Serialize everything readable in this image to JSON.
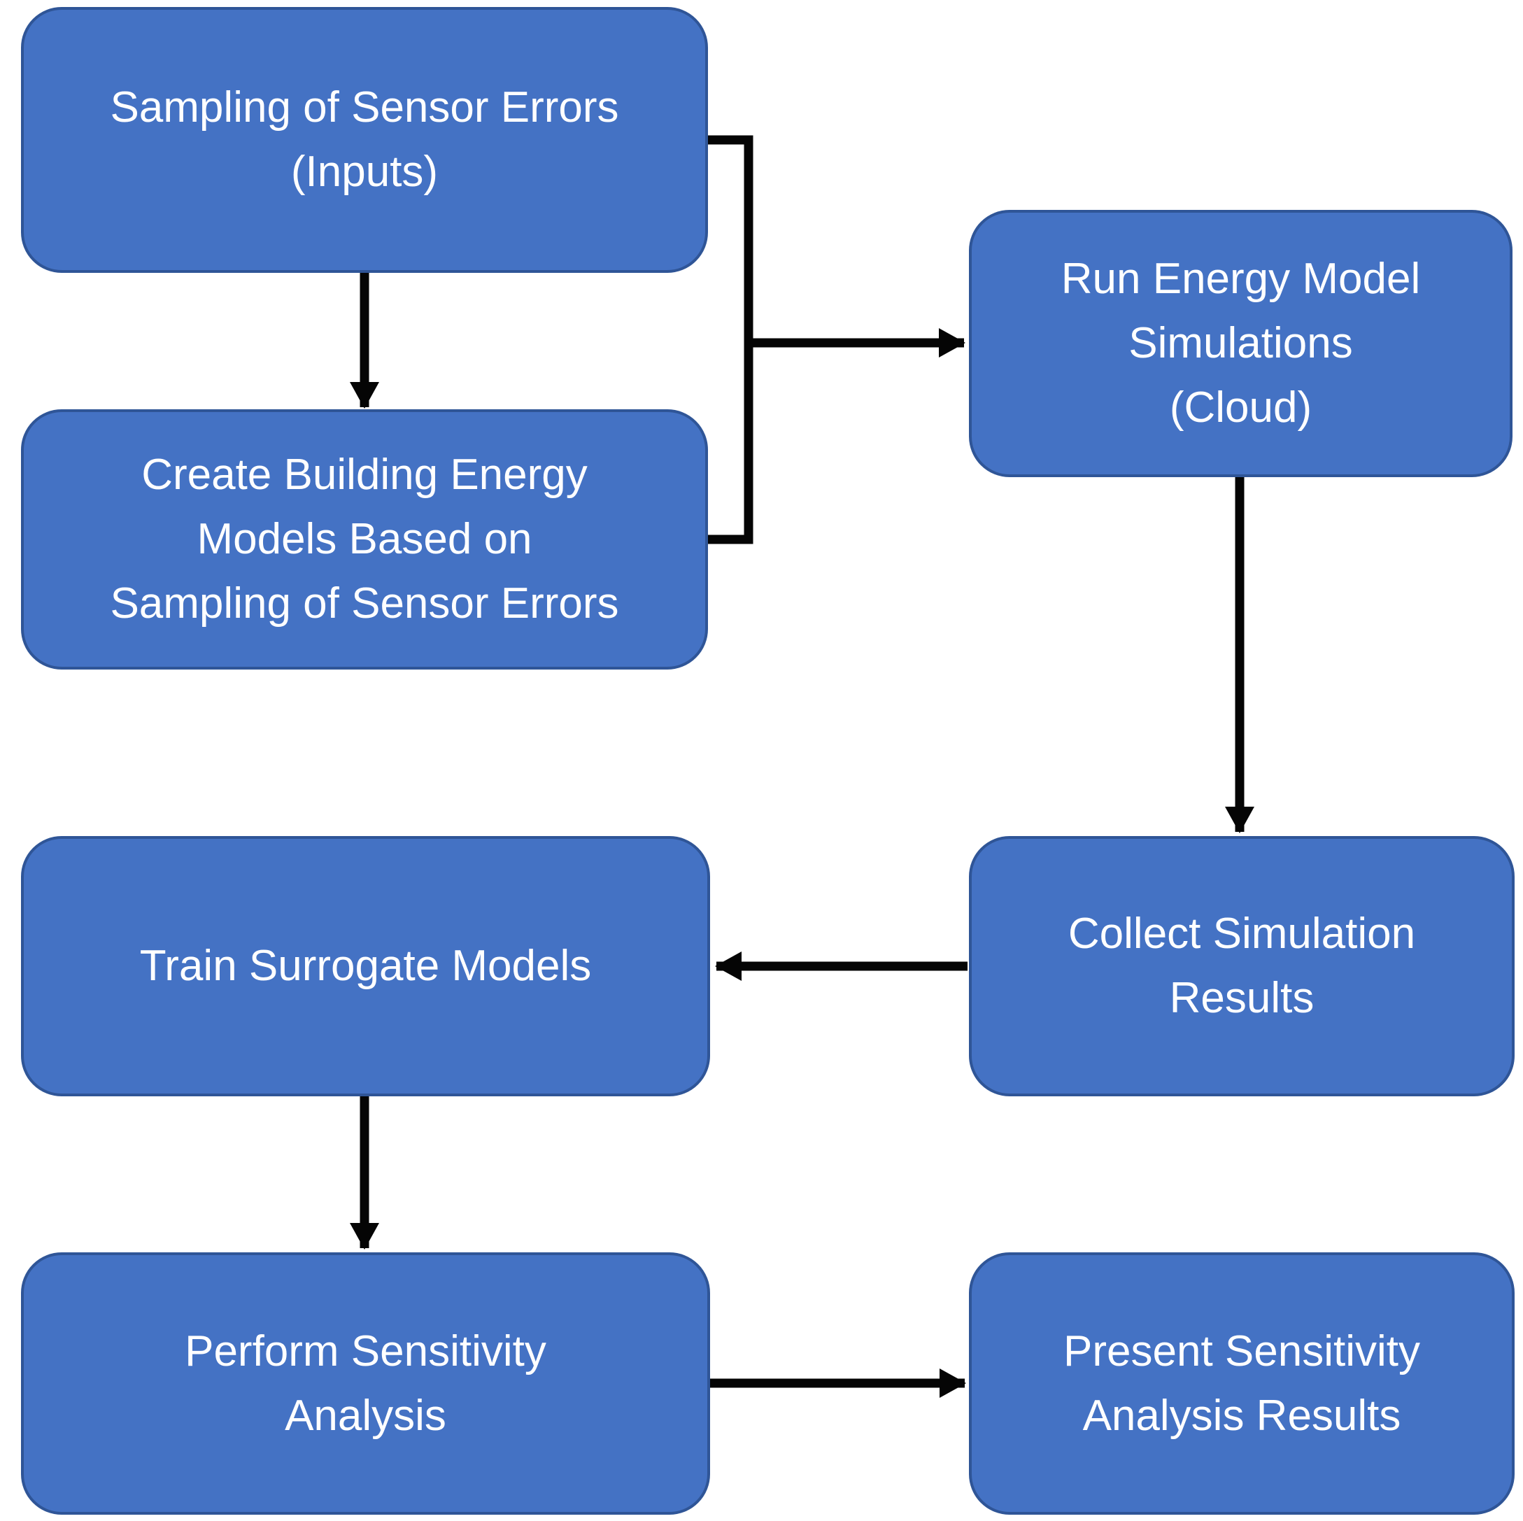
{
  "diagram": {
    "type": "flowchart",
    "background_color": "#ffffff",
    "node_fill_color": "#4472c4",
    "node_border_color": "#2f5597",
    "node_text_color": "#ffffff",
    "arrow_color": "#050505",
    "nodes": [
      {
        "id": "sampling-of-sensor-errors",
        "text": "Sampling of Sensor Errors\n(Inputs)"
      },
      {
        "id": "create-building-energy-models",
        "text": "Create Building Energy\nModels Based on\nSampling of Sensor Errors"
      },
      {
        "id": "run-energy-model-simulations",
        "text": "Run Energy Model\nSimulations\n(Cloud)"
      },
      {
        "id": "collect-simulation-results",
        "text": "Collect Simulation\nResults"
      },
      {
        "id": "train-surrogate-models",
        "text": "Train Surrogate Models"
      },
      {
        "id": "perform-sensitivity-analysis",
        "text": "Perform Sensitivity\nAnalysis"
      },
      {
        "id": "present-sensitivity-analysis-results",
        "text": "Present Sensitivity\nAnalysis Results"
      }
    ],
    "edges": [
      {
        "from": [
          "sampling-of-sensor-errors"
        ],
        "to": "create-building-energy-models",
        "style": "straight-arrow"
      },
      {
        "from": [
          "sampling-of-sensor-errors",
          "create-building-energy-models"
        ],
        "to": "run-energy-model-simulations",
        "style": "merged-elbow-arrow"
      },
      {
        "from": [
          "run-energy-model-simulations"
        ],
        "to": "collect-simulation-results",
        "style": "straight-arrow"
      },
      {
        "from": [
          "collect-simulation-results"
        ],
        "to": "train-surrogate-models",
        "style": "straight-arrow"
      },
      {
        "from": [
          "train-surrogate-models"
        ],
        "to": "perform-sensitivity-analysis",
        "style": "straight-arrow"
      },
      {
        "from": [
          "perform-sensitivity-analysis"
        ],
        "to": "present-sensitivity-analysis-results",
        "style": "straight-arrow"
      }
    ]
  }
}
